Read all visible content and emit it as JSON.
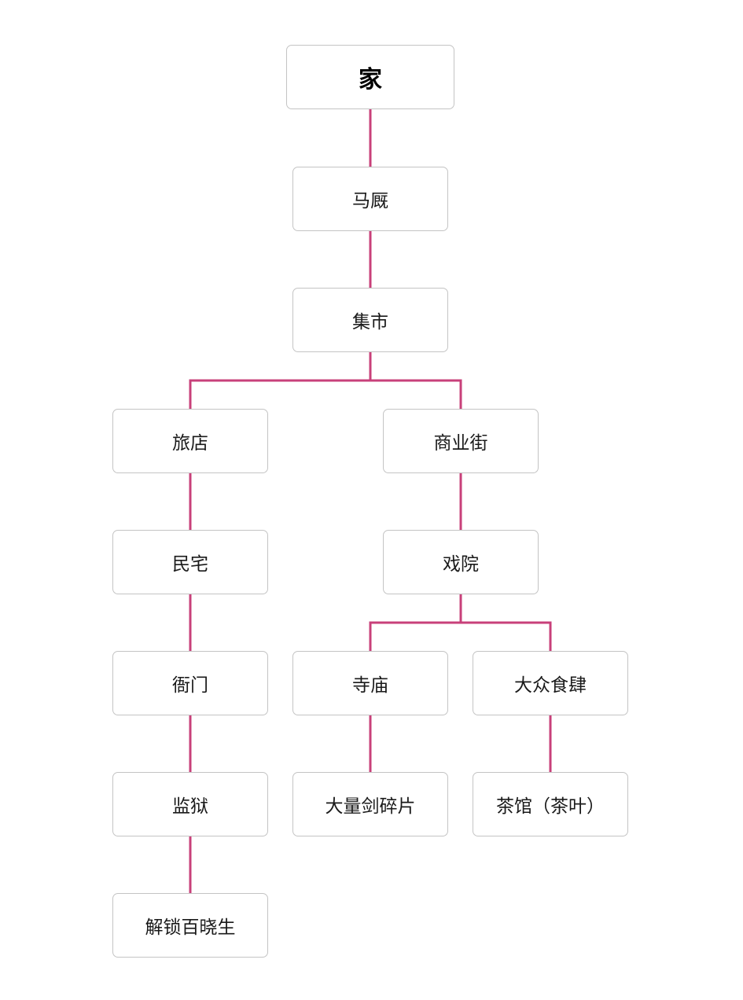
{
  "colors": {
    "connector": "#c8407a",
    "node_border": "#c4c4c4",
    "node_fill": "#ffffff",
    "text": "#1a1a1a"
  },
  "nodes": {
    "home": "家",
    "stable": "马厩",
    "market": "集市",
    "inn": "旅店",
    "commercial_street": "商业街",
    "residence": "民宅",
    "theater": "戏院",
    "yamen": "衙门",
    "temple": "寺庙",
    "eatery": "大众食肆",
    "prison": "监狱",
    "sword_fragments": "大量剑碎片",
    "teahouse": "茶馆（茶叶）",
    "unlock_baixiaosheng": "解锁百晓生"
  },
  "edges": [
    [
      "home",
      "stable"
    ],
    [
      "stable",
      "market"
    ],
    [
      "market",
      "inn"
    ],
    [
      "market",
      "commercial_street"
    ],
    [
      "inn",
      "residence"
    ],
    [
      "residence",
      "yamen"
    ],
    [
      "yamen",
      "prison"
    ],
    [
      "prison",
      "unlock_baixiaosheng"
    ],
    [
      "commercial_street",
      "theater"
    ],
    [
      "theater",
      "temple"
    ],
    [
      "theater",
      "eatery"
    ],
    [
      "temple",
      "sword_fragments"
    ],
    [
      "eatery",
      "teahouse"
    ]
  ]
}
